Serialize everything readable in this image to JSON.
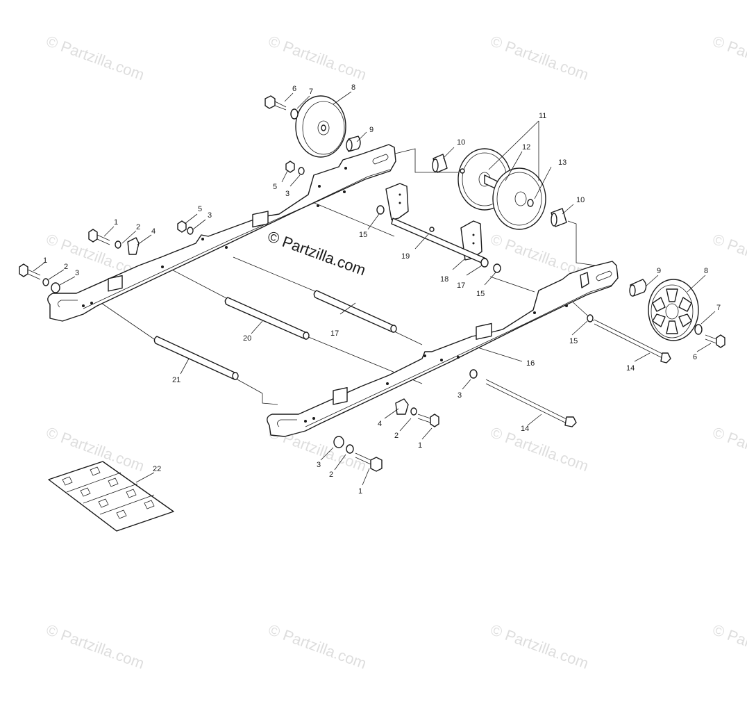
{
  "watermark": {
    "text": "© Partzilla.com",
    "main_text": "© Partzilla.com"
  },
  "callouts": [
    {
      "id": "c6a",
      "label": "6"
    },
    {
      "id": "c7a",
      "label": "7"
    },
    {
      "id": "c8a",
      "label": "8"
    },
    {
      "id": "c9a",
      "label": "9"
    },
    {
      "id": "c5a",
      "label": "5"
    },
    {
      "id": "c3a",
      "label": "3"
    },
    {
      "id": "c10a",
      "label": "10"
    },
    {
      "id": "c11",
      "label": "11"
    },
    {
      "id": "c12",
      "label": "12"
    },
    {
      "id": "c13",
      "label": "13"
    },
    {
      "id": "c10b",
      "label": "10"
    },
    {
      "id": "c5b",
      "label": "5"
    },
    {
      "id": "c3b",
      "label": "3"
    },
    {
      "id": "c1a",
      "label": "1"
    },
    {
      "id": "c2a",
      "label": "2"
    },
    {
      "id": "c4a",
      "label": "4"
    },
    {
      "id": "c15a",
      "label": "15"
    },
    {
      "id": "c19",
      "label": "19"
    },
    {
      "id": "c1b",
      "label": "1"
    },
    {
      "id": "c2b",
      "label": "2"
    },
    {
      "id": "c3c",
      "label": "3"
    },
    {
      "id": "c18",
      "label": "18"
    },
    {
      "id": "c17a",
      "label": "17"
    },
    {
      "id": "c15b",
      "label": "15"
    },
    {
      "id": "c9b",
      "label": "9"
    },
    {
      "id": "c8b",
      "label": "8"
    },
    {
      "id": "c7b",
      "label": "7"
    },
    {
      "id": "c6b",
      "label": "6"
    },
    {
      "id": "c15c",
      "label": "15"
    },
    {
      "id": "c14a",
      "label": "14"
    },
    {
      "id": "c17b",
      "label": "17"
    },
    {
      "id": "c20",
      "label": "20"
    },
    {
      "id": "c16",
      "label": "16"
    },
    {
      "id": "c21",
      "label": "21"
    },
    {
      "id": "c3d",
      "label": "3"
    },
    {
      "id": "c14b",
      "label": "14"
    },
    {
      "id": "c4b",
      "label": "4"
    },
    {
      "id": "c2c",
      "label": "2"
    },
    {
      "id": "c1c",
      "label": "1"
    },
    {
      "id": "c3e",
      "label": "3"
    },
    {
      "id": "c2d",
      "label": "2"
    },
    {
      "id": "c1d",
      "label": "1"
    },
    {
      "id": "c22",
      "label": "22"
    }
  ]
}
